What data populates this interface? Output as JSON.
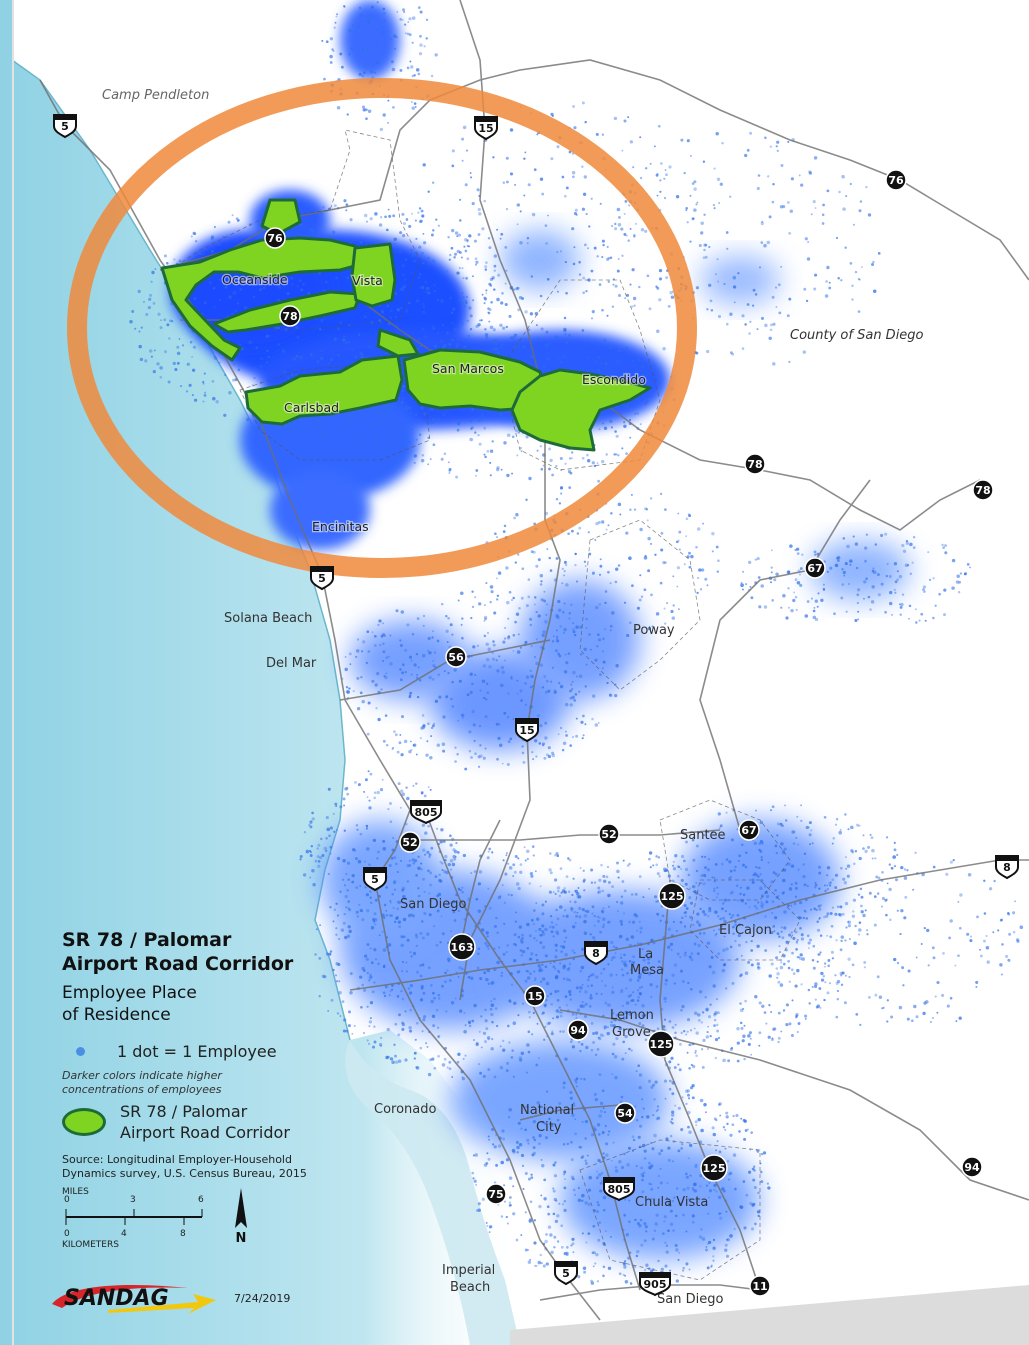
{
  "map": {
    "region_label": "County of San Diego",
    "camp_label": "Camp Pendleton",
    "places": {
      "oceanside": "Oceanside",
      "vista": "Vista",
      "san_marcos": "San Marcos",
      "escondido": "Escondido",
      "carlsbad": "Carlsbad",
      "encinitas": "Encinitas",
      "solana_beach": "Solana Beach",
      "del_mar": "Del Mar",
      "poway": "Poway",
      "santee": "Santee",
      "san_diego_city": "San Diego",
      "el_cajon": "El Cajon",
      "la_mesa_1": "La",
      "la_mesa_2": "Mesa",
      "lemon_grove_1": "Lemon",
      "lemon_grove_2": "Grove",
      "coronado": "Coronado",
      "national_city_1": "National",
      "national_city_2": "City",
      "chula_vista": "Chula Vista",
      "imperial_beach_1": "Imperial",
      "imperial_beach_2": "Beach",
      "san_diego_south": "San Diego"
    },
    "shields": {
      "i5_north": "5",
      "i15_north": "15",
      "sr76_east": "76",
      "sr76_west": "76",
      "sr78_west": "78",
      "sr78_mid": "78",
      "sr78_east": "78",
      "sr67_north": "67",
      "i5_mid": "5",
      "sr56": "56",
      "i15_mid": "15",
      "i805_north": "805",
      "sr52_west": "52",
      "sr52_east": "52",
      "sr67_south": "67",
      "i8_east": "8",
      "i5_south": "5",
      "sr125_north": "125",
      "sr163": "163",
      "i8_mid": "8",
      "i15_south": "15",
      "sr94_west": "94",
      "sr125_mid": "125",
      "sr54": "54",
      "sr125_south": "125",
      "sr94_east": "94",
      "i805_south": "805",
      "sr75": "75",
      "i5_south2": "5",
      "sr905": "905",
      "sr11": "11"
    }
  },
  "legend": {
    "title_line1": "SR 78 / Palomar",
    "title_line2": "Airport Road Corridor",
    "subtitle_line1": "Employee Place",
    "subtitle_line2": "of Residence",
    "dot_label": "1 dot = 1 Employee",
    "note_line1": "Darker colors indicate higher",
    "note_line2": "concentrations of employees",
    "corridor_line1": "SR 78 / Palomar",
    "corridor_line2": "Airport Road Corridor",
    "source_text": "Source: Longitudinal Employer-Household Dynamics survey, U.S. Census Bureau, 2015"
  },
  "scale": {
    "miles_label": "MILES",
    "miles_ticks": [
      "0",
      "3",
      "6"
    ],
    "km_label": "KILOMETERS",
    "km_ticks": [
      "0",
      "4",
      "8"
    ]
  },
  "north_label": "N",
  "logo_text": "SANDAG",
  "date": "7/24/2019",
  "colors": {
    "dots": "#2f6fe8",
    "dense": "#1a4fff",
    "corridor_fill": "#7fd321",
    "corridor_stroke": "#1e6b3a",
    "highlight_ring": "#f08a3c",
    "ocean": "#9fd8e6",
    "shield_interstate": "#111111",
    "logo_red": "#d7262b",
    "logo_yellow": "#f2c80f"
  }
}
